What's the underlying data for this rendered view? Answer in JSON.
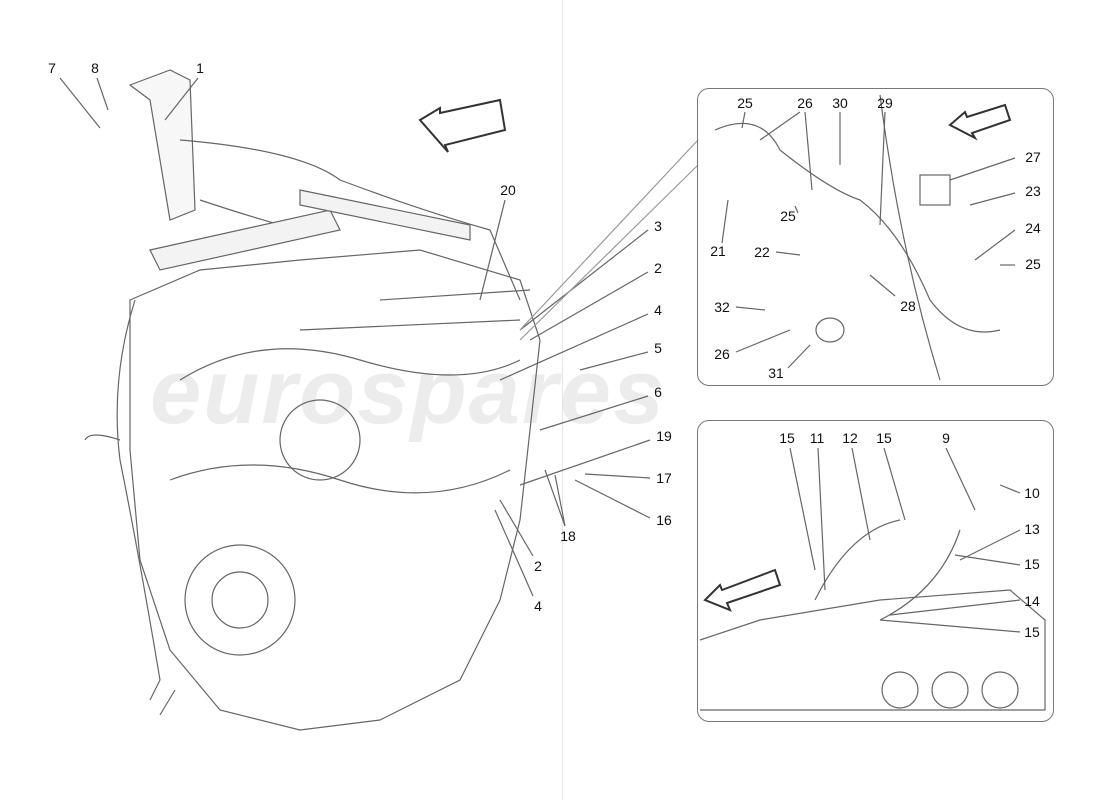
{
  "watermark": "eurospares",
  "colors": {
    "line": "#555555",
    "text": "#111111",
    "inset_border": "#777777"
  },
  "main_callouts": [
    "7",
    "8",
    "1",
    "20",
    "3",
    "2",
    "4",
    "5",
    "6",
    "19",
    "17",
    "16",
    "18",
    "2",
    "4"
  ],
  "inset_top_callouts": [
    "25",
    "26",
    "30",
    "29",
    "27",
    "23",
    "24",
    "25",
    "21",
    "25",
    "22",
    "28",
    "32",
    "26",
    "31"
  ],
  "inset_bottom_callouts": [
    "15",
    "11",
    "12",
    "15",
    "9",
    "10",
    "13",
    "15",
    "14",
    "15"
  ],
  "icons": [
    "direction-arrow",
    "direction-arrow",
    "direction-arrow"
  ]
}
